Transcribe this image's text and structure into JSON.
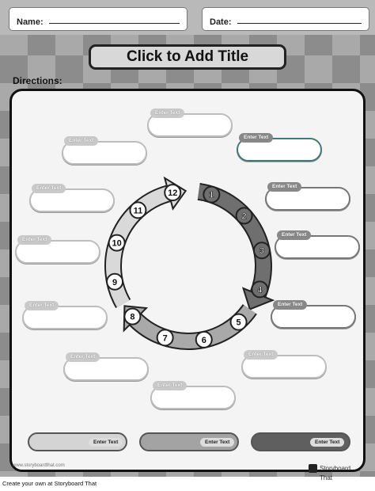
{
  "header": {
    "name_label": "Name:",
    "date_label": "Date:"
  },
  "title": "Click to Add Title",
  "directions_label": "Directions:",
  "placeholder": "Enter Text",
  "cycle_numbers": [
    "1",
    "2",
    "3",
    "4",
    "5",
    "6",
    "7",
    "8",
    "9",
    "10",
    "11",
    "12"
  ],
  "bottom_pills": [
    {
      "label": "Enter Text",
      "color": "#d4d4d4"
    },
    {
      "label": "Enter Text",
      "color": "#a3a3a3"
    },
    {
      "label": "Enter Text",
      "color": "#5f5f5f"
    }
  ],
  "watermark": "www.storyboardthat.com",
  "logo_text": "Storyboard That",
  "footer": "Create your own at Storyboard That"
}
